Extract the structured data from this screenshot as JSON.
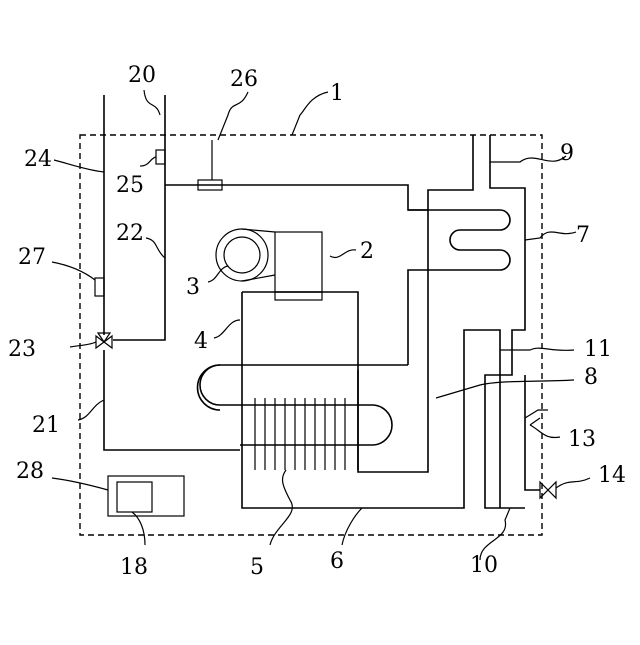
{
  "labels": {
    "l1": "1",
    "l2": "2",
    "l3": "3",
    "l4": "4",
    "l5": "5",
    "l6": "6",
    "l7": "7",
    "l8": "8",
    "l9": "9",
    "l10": "10",
    "l11": "11",
    "l13": "13",
    "l14": "14",
    "l18": "18",
    "l20": "20",
    "l21": "21",
    "l22": "22",
    "l23": "23",
    "l24": "24",
    "l25": "25",
    "l26": "26",
    "l27": "27",
    "l28": "28"
  }
}
